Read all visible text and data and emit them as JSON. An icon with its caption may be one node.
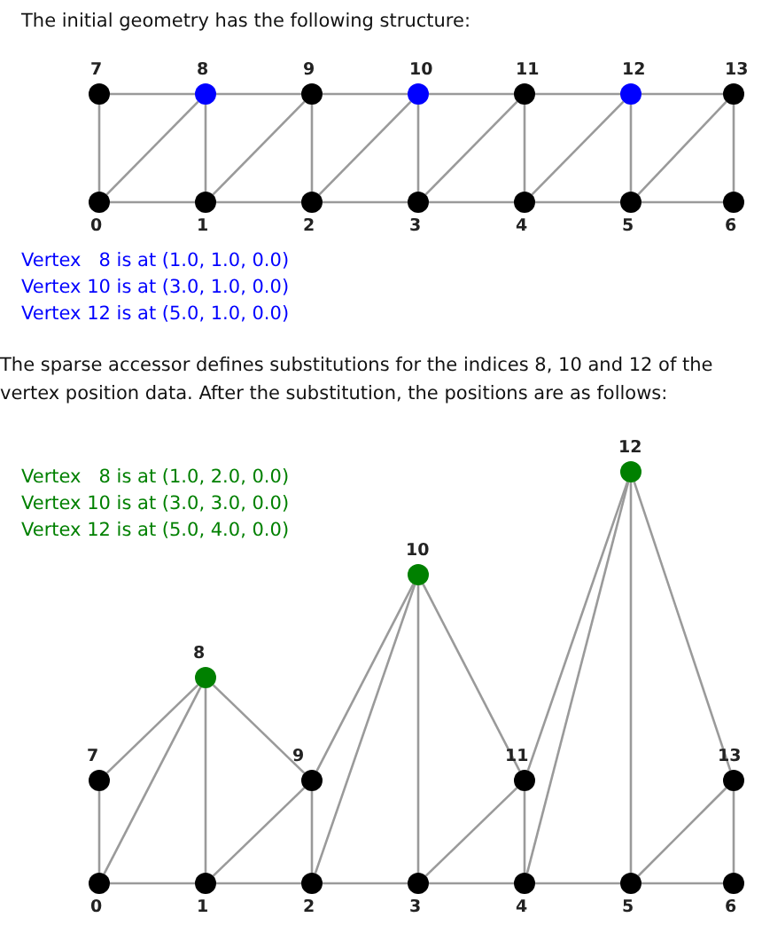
{
  "diagram": {
    "nodes": [
      {
        "text": [],
        "shape": "circle",
        "beside": [
          "0"
        ]
      },
      {
        "text": [],
        "shape": "circle",
        "beside": [
          "1"
        ]
      },
      {
        "text": [],
        "shape": "circle",
        "beside": [
          "2"
        ]
      },
      {
        "text": [],
        "shape": "circle",
        "beside": [
          "3"
        ]
      },
      {
        "text": [],
        "shape": "circle",
        "beside": [
          "4"
        ]
      },
      {
        "text": [],
        "shape": "circle",
        "beside": [
          "5"
        ]
      },
      {
        "text": [],
        "shape": "circle",
        "beside": [
          "6"
        ]
      },
      {
        "text": [],
        "shape": "circle",
        "beside": [
          "7"
        ]
      },
      {
        "text": [],
        "shape": "circle",
        "beside": [
          "8"
        ]
      },
      {
        "text": [],
        "shape": "circle",
        "beside": [
          "9"
        ]
      },
      {
        "text": [],
        "shape": "circle",
        "beside": [
          "10"
        ]
      },
      {
        "text": [],
        "shape": "circle",
        "beside": [
          "11"
        ]
      },
      {
        "text": [],
        "shape": "circle",
        "beside": [
          "12"
        ]
      },
      {
        "text": [],
        "shape": "circle",
        "beside": [
          "13"
        ]
      },
      {
        "text": [],
        "shape": "circle",
        "beside": [
          "0"
        ]
      },
      {
        "text": [],
        "shape": "circle",
        "beside": [
          "1"
        ]
      },
      {
        "text": [],
        "shape": "circle",
        "beside": [
          "2"
        ]
      },
      {
        "text": [],
        "shape": "circle",
        "beside": [
          "3"
        ]
      },
      {
        "text": [],
        "shape": "circle",
        "beside": [
          "4"
        ]
      },
      {
        "text": [],
        "shape": "circle",
        "beside": [
          "5"
        ]
      },
      {
        "text": [],
        "shape": "circle",
        "beside": [
          "6"
        ]
      },
      {
        "text": [],
        "shape": "circle",
        "beside": [
          "7"
        ]
      },
      {
        "text": [],
        "shape": "circle",
        "beside": [
          "8"
        ]
      },
      {
        "text": [],
        "shape": "circle",
        "beside": [
          "9"
        ]
      },
      {
        "text": [],
        "shape": "circle",
        "beside": [
          "10"
        ]
      },
      {
        "text": [],
        "shape": "circle",
        "beside": [
          "11"
        ]
      },
      {
        "text": [],
        "shape": "circle",
        "beside": [
          "12"
        ]
      },
      {
        "text": [],
        "shape": "circle",
        "beside": [
          "13"
        ]
      }
    ],
    "edges": [
      {
        "from": 0,
        "to": 1,
        "arrow": "none"
      },
      {
        "from": 1,
        "to": 2,
        "arrow": "none"
      },
      {
        "from": 2,
        "to": 3,
        "arrow": "none"
      },
      {
        "from": 3,
        "to": 4,
        "arrow": "none"
      },
      {
        "from": 4,
        "to": 5,
        "arrow": "none"
      },
      {
        "from": 5,
        "to": 6,
        "arrow": "none"
      },
      {
        "from": 7,
        "to": 8,
        "arrow": "none"
      },
      {
        "from": 8,
        "to": 9,
        "arrow": "none"
      },
      {
        "from": 9,
        "to": 10,
        "arrow": "none"
      },
      {
        "from": 10,
        "to": 11,
        "arrow": "none"
      },
      {
        "from": 11,
        "to": 12,
        "arrow": "none"
      },
      {
        "from": 12,
        "to": 13,
        "arrow": "none"
      },
      {
        "from": 0,
        "to": 7,
        "arrow": "none"
      },
      {
        "from": 1,
        "to": 8,
        "arrow": "none"
      },
      {
        "from": 2,
        "to": 9,
        "arrow": "none"
      },
      {
        "from": 3,
        "to": 10,
        "arrow": "none"
      },
      {
        "from": 4,
        "to": 11,
        "arrow": "none"
      },
      {
        "from": 5,
        "to": 12,
        "arrow": "none"
      },
      {
        "from": 6,
        "to": 13,
        "arrow": "none"
      },
      {
        "from": 0,
        "to": 8,
        "arrow": "none"
      },
      {
        "from": 1,
        "to": 9,
        "arrow": "none"
      },
      {
        "from": 2,
        "to": 10,
        "arrow": "none"
      },
      {
        "from": 3,
        "to": 11,
        "arrow": "none"
      },
      {
        "from": 4,
        "to": 12,
        "arrow": "none"
      },
      {
        "from": 5,
        "to": 13,
        "arrow": "none"
      },
      {
        "from": 14,
        "to": 15,
        "arrow": "none"
      },
      {
        "from": 15,
        "to": 16,
        "arrow": "none"
      },
      {
        "from": 16,
        "to": 17,
        "arrow": "none"
      },
      {
        "from": 17,
        "to": 18,
        "arrow": "none"
      },
      {
        "from": 18,
        "to": 19,
        "arrow": "none"
      },
      {
        "from": 19,
        "to": 20,
        "arrow": "none"
      },
      {
        "from": 21,
        "to": 22,
        "arrow": "none"
      },
      {
        "from": 22,
        "to": 23,
        "arrow": "none"
      },
      {
        "from": 23,
        "to": 24,
        "arrow": "none"
      },
      {
        "from": 24,
        "to": 25,
        "arrow": "none"
      },
      {
        "from": 25,
        "to": 26,
        "arrow": "none"
      },
      {
        "from": 26,
        "to": 27,
        "arrow": "none"
      },
      {
        "from": 14,
        "to": 21,
        "arrow": "none"
      },
      {
        "from": 15,
        "to": 22,
        "arrow": "none"
      },
      {
        "from": 16,
        "to": 23,
        "arrow": "none"
      },
      {
        "from": 17,
        "to": 24,
        "arrow": "none"
      },
      {
        "from": 18,
        "to": 25,
        "arrow": "none"
      },
      {
        "from": 19,
        "to": 26,
        "arrow": "none"
      },
      {
        "from": 20,
        "to": 27,
        "arrow": "none"
      },
      {
        "from": 14,
        "to": 22,
        "arrow": "none"
      },
      {
        "from": 15,
        "to": 23,
        "arrow": "none"
      },
      {
        "from": 16,
        "to": 24,
        "arrow": "none"
      },
      {
        "from": 17,
        "to": 25,
        "arrow": "none"
      },
      {
        "from": 18,
        "to": 26,
        "arrow": "none"
      },
      {
        "from": 19,
        "to": 27,
        "arrow": "none"
      }
    ],
    "labels": [
      "The initial geometry has the following structure:",
      "Vertex   8 is at (1.0, 1.0, 0.0)",
      "Vertex 10 is at (3.0, 1.0, 0.0)",
      "Vertex 12 is at (5.0, 1.0, 0.0)",
      "The sparse accessor defines substitutions for the indices 8, 10 and 12 of the vertex position data. After the substitution, the positions are as follows:",
      "Vertex   8 is at (1.0, 2.0, 0.0)",
      "Vertex 10 is at (3.0, 3.0, 0.0)",
      "Vertex 12 is at (5.0, 4.0, 0.0)"
    ]
  }
}
